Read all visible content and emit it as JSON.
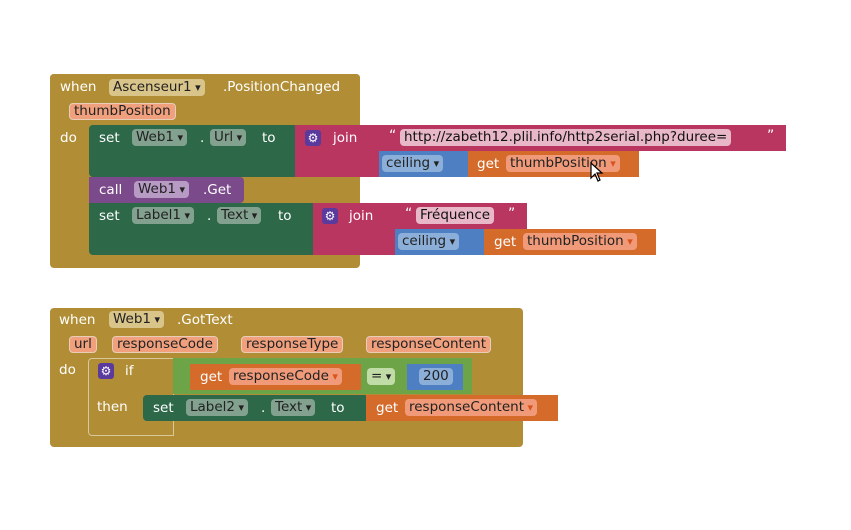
{
  "event1": {
    "when": "when",
    "component": "Ascenseur1",
    "event": ".PositionChanged",
    "param": "thumbPosition",
    "do": "do",
    "set_url": {
      "set": "set",
      "component": "Web1",
      "dot": ".",
      "prop": "Url",
      "to": "to"
    },
    "join1": {
      "label": "join",
      "text": "http://zabeth12.plil.info/http2serial.php?duree=",
      "ceiling": "ceiling",
      "get": "get",
      "var": "thumbPosition"
    },
    "call": {
      "call": "call",
      "component": "Web1",
      "method": ".Get"
    },
    "set_label": {
      "set": "set",
      "component": "Label1",
      "dot": ".",
      "prop": "Text",
      "to": "to"
    },
    "join2": {
      "label": "join",
      "text": "Fréquence",
      "ceiling": "ceiling",
      "get": "get",
      "var": "thumbPosition"
    }
  },
  "event2": {
    "when": "when",
    "component": "Web1",
    "event": ".GotText",
    "params": [
      "url",
      "responseCode",
      "responseType",
      "responseContent"
    ],
    "do": "do",
    "if": "if",
    "then": "then",
    "cond": {
      "get": "get",
      "var": "responseCode",
      "op": "=",
      "value": "200"
    },
    "set": {
      "set": "set",
      "component": "Label2",
      "dot": ".",
      "prop": "Text",
      "to": "to",
      "get": "get",
      "var": "responseContent"
    }
  },
  "colors": {
    "event": "#b18e35",
    "set_green": "#2d6848",
    "text_pink": "#b83660",
    "math_blue": "#4f7fc3",
    "variable_orange": "#d56b2b",
    "procedure_purple": "#7a4a8a",
    "logic_green": "#6da447"
  },
  "icons": [
    "gear-icon",
    "mouse-cursor-icon"
  ]
}
